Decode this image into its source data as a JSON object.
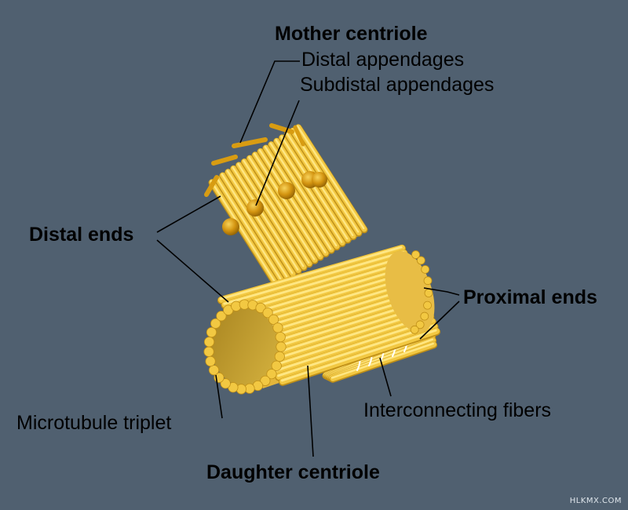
{
  "labels": {
    "mother_centriole": "Mother centriole",
    "distal_appendages": "Distal appendages",
    "subdistal_appendages": "Subdistal appendages",
    "distal_ends": "Distal ends",
    "proximal_ends": "Proximal ends",
    "microtubule_triplet": "Microtubule triplet",
    "interconnecting_fibers": "Interconnecting fibers",
    "daughter_centriole": "Daughter centriole"
  },
  "watermark": "HLKMX.COM",
  "colors": {
    "background": "#506070",
    "tubule": "#f2c842",
    "tubule_highlight": "#ffe784",
    "tubule_shadow": "#c09018",
    "appendage": "#d89c12",
    "lumen": "#bd982a",
    "leader": "#000000"
  }
}
